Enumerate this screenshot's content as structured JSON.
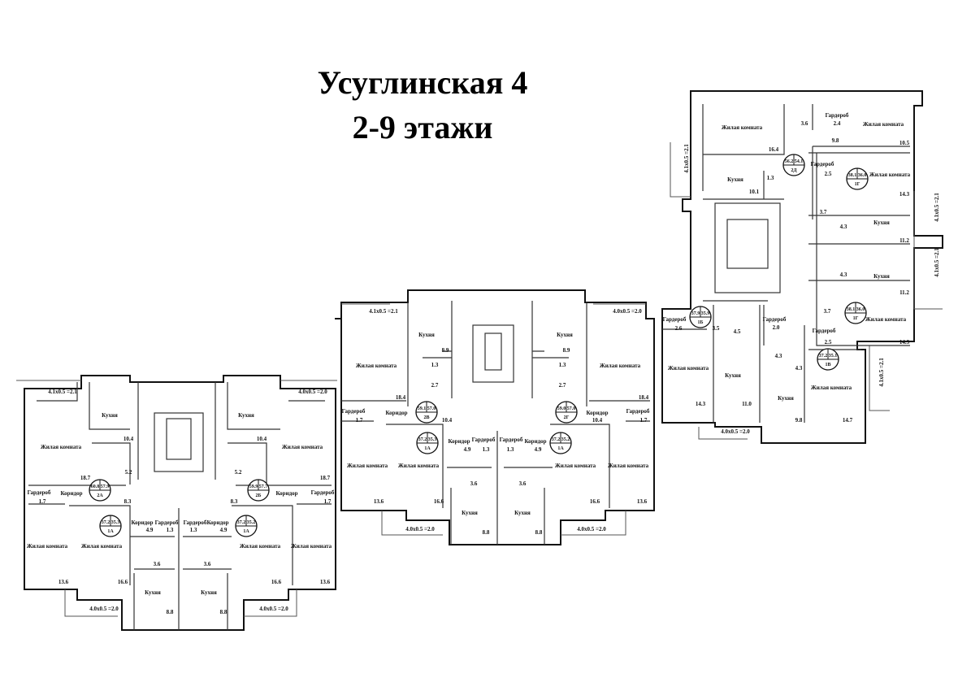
{
  "title": {
    "line1": "Усуглинская 4",
    "line2": "2-9 этажи"
  },
  "sections": [
    {
      "labels": [
        "4.1x0.5 =2.1",
        "4.0x0.5 =2.0",
        "Кухня",
        "Кухня",
        "Жилая комната",
        "Жилая комната",
        "10.4",
        "10.4",
        "5.2",
        "5.2",
        "18.7",
        "18.7",
        "Гардероб",
        "Гардероб",
        "Коридор",
        "Коридор",
        "1.7",
        "1.7",
        "8.3",
        "8.3",
        "Коридор",
        "Гардероб",
        "Гардероб",
        "Коридор",
        "4.9",
        "1.3",
        "1.3",
        "4.9",
        "Жилая комната",
        "Жилая комната",
        "Жилая комната",
        "Жилая комната",
        "3.6",
        "3.6",
        "13.6",
        "16.6",
        "16.6",
        "13.6",
        "Кухня",
        "Кухня",
        "4.0x0.5 =2.0",
        "4.0x0.5 =2.0",
        "8.8",
        "8.8"
      ],
      "badges": [
        {
          "total": "60.8",
          "living": "57.9",
          "type": "2А"
        },
        {
          "total": "59.9",
          "living": "57.7",
          "type": "2Б"
        },
        {
          "total": "37.2",
          "living": "35.3",
          "type": "1А"
        },
        {
          "total": "37.2",
          "living": "35.2",
          "type": "1А"
        }
      ]
    },
    {
      "labels": [
        "4.1x0.5 =2.1",
        "4.0x0.5 =2.0",
        "Кухня",
        "Кухня",
        "8.9",
        "8.9",
        "Жилая комната",
        "Жилая комната",
        "1.3",
        "1.3",
        "2.7",
        "2.7",
        "18.4",
        "18.4",
        "Гардероб",
        "Гардероб",
        "Коридор",
        "Коридор",
        "1.7",
        "1.7",
        "10.4",
        "10.4",
        "Коридор",
        "Гардероб",
        "Гардероб",
        "Коридор",
        "4.9",
        "1.3",
        "1.3",
        "4.9",
        "Жилая комната",
        "Жилая комната",
        "Жилая комната",
        "Жилая комната",
        "3.6",
        "3.6",
        "13.6",
        "16.6",
        "16.6",
        "13.6",
        "Кухня",
        "Кухня",
        "4.0x0.5 =2.0",
        "4.0x0.5 =2.0",
        "8.8",
        "8.8"
      ],
      "badges": [
        {
          "total": "59.1",
          "living": "57.0",
          "type": "2В"
        },
        {
          "total": "59.0",
          "living": "57.0",
          "type": "2Г"
        },
        {
          "total": "37.2",
          "living": "35.3",
          "type": "1А"
        },
        {
          "total": "37.2",
          "living": "35.2",
          "type": "1А"
        }
      ]
    },
    {
      "labels": [
        "Жилая комната",
        "Гардероб",
        "2.4",
        "Жилая комната",
        "3.6",
        "9.8",
        "10.5",
        "16.4",
        "Гардероб",
        "2.5",
        "Жилая комната",
        "Кухня",
        "1.3",
        "10.1",
        "14.3",
        "4.1x0.5 =2.1",
        "4.1x0.5 =2.1",
        "4.1x0.5 =2.1",
        "4.1x0.5 =2.1",
        "3.7",
        "4.3",
        "Кухня",
        "11.2",
        "4.3",
        "Кухня",
        "11.2",
        "3.7",
        "Жилая комната",
        "Гардероб",
        "2.5",
        "14.3",
        "Гардероб",
        "2.6",
        "3.5",
        "4.5",
        "Гардероб",
        "2.0",
        "4.3",
        "4.3",
        "Жилая комната",
        "Кухня",
        "Кухня",
        "Жилая комната",
        "14.3",
        "11.0",
        "9.8",
        "14.7",
        "4.0x0.5 =2.0"
      ],
      "badges": [
        {
          "total": "56.2",
          "living": "54.1",
          "type": "2Д"
        },
        {
          "total": "38.1",
          "living": "36.0",
          "type": "1Г"
        },
        {
          "total": "38.1",
          "living": "36.0",
          "type": "1Г"
        },
        {
          "total": "37.9",
          "living": "35.9",
          "type": "1Б"
        },
        {
          "total": "37.2",
          "living": "35.1",
          "type": "1В"
        }
      ]
    }
  ]
}
